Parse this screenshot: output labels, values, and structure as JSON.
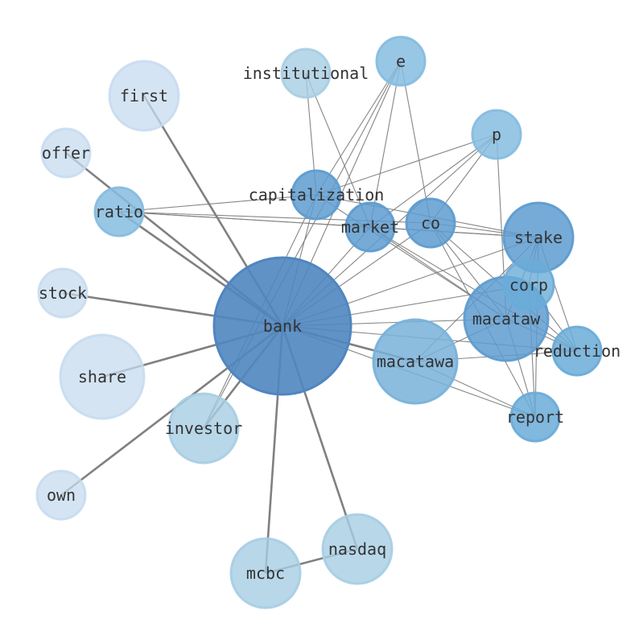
{
  "nodes": [
    {
      "id": "bank",
      "label": "bank",
      "color": "#4f86c0",
      "opacity": 0.9,
      "size": 5
    },
    {
      "id": "macatawa",
      "label": "macatawa",
      "color": "#78b2d9",
      "opacity": 0.85,
      "size": 4
    },
    {
      "id": "macataw",
      "label": "macataw",
      "color": "#5e9cd0",
      "opacity": 0.85,
      "size": 4
    },
    {
      "id": "share",
      "label": "share",
      "color": "#c6dbef",
      "opacity": 0.75,
      "size": 4
    },
    {
      "id": "mcbc",
      "label": "mcbc",
      "color": "#a6cde3",
      "opacity": 0.8,
      "size": 3
    },
    {
      "id": "nasdaq",
      "label": "nasdaq",
      "color": "#a6cde3",
      "opacity": 0.8,
      "size": 3
    },
    {
      "id": "investor",
      "label": "investor",
      "color": "#a6cde3",
      "opacity": 0.8,
      "size": 3
    },
    {
      "id": "first",
      "label": "first",
      "color": "#c6dbef",
      "opacity": 0.75,
      "size": 3
    },
    {
      "id": "stake",
      "label": "stake",
      "color": "#5e9cd0",
      "opacity": 0.85,
      "size": 3
    },
    {
      "id": "corp",
      "label": "corp",
      "color": "#6aacd8",
      "opacity": 0.8,
      "size": 2
    },
    {
      "id": "institutional",
      "label": "institutional",
      "color": "#a6cde3",
      "opacity": 0.8,
      "size": 2
    },
    {
      "id": "e",
      "label": "e",
      "color": "#86bde0",
      "opacity": 0.85,
      "size": 2
    },
    {
      "id": "p",
      "label": "p",
      "color": "#86bde0",
      "opacity": 0.85,
      "size": 2
    },
    {
      "id": "capitalization",
      "label": "capitalization",
      "color": "#5e9cd0",
      "opacity": 0.85,
      "size": 2
    },
    {
      "id": "market",
      "label": "market",
      "color": "#5e9cd0",
      "opacity": 0.85,
      "size": 2
    },
    {
      "id": "co",
      "label": "co",
      "color": "#5e9cd0",
      "opacity": 0.85,
      "size": 2
    },
    {
      "id": "ratio",
      "label": "ratio",
      "color": "#86bde0",
      "opacity": 0.85,
      "size": 2
    },
    {
      "id": "reduction",
      "label": "reduction",
      "color": "#6aacd8",
      "opacity": 0.85,
      "size": 2
    },
    {
      "id": "report",
      "label": "report",
      "color": "#6aacd8",
      "opacity": 0.85,
      "size": 2
    },
    {
      "id": "offer",
      "label": "offer",
      "color": "#c6dbef",
      "opacity": 0.75,
      "size": 2
    },
    {
      "id": "stock",
      "label": "stock",
      "color": "#c6dbef",
      "opacity": 0.75,
      "size": 2
    },
    {
      "id": "own",
      "label": "own",
      "color": "#c6dbef",
      "opacity": 0.75,
      "size": 2
    }
  ],
  "edges": [
    {
      "source": "bank",
      "target": "first",
      "weight": "strong"
    },
    {
      "source": "bank",
      "target": "offer",
      "weight": "strong"
    },
    {
      "source": "bank",
      "target": "ratio",
      "weight": "strong"
    },
    {
      "source": "bank",
      "target": "stock",
      "weight": "strong"
    },
    {
      "source": "bank",
      "target": "share",
      "weight": "strong"
    },
    {
      "source": "bank",
      "target": "investor",
      "weight": "strong"
    },
    {
      "source": "bank",
      "target": "own",
      "weight": "strong"
    },
    {
      "source": "bank",
      "target": "mcbc",
      "weight": "strong"
    },
    {
      "source": "bank",
      "target": "nasdaq",
      "weight": "strong"
    },
    {
      "source": "bank",
      "target": "macatawa",
      "weight": "strong"
    },
    {
      "source": "mcbc",
      "target": "nasdaq",
      "weight": "strong"
    },
    {
      "source": "bank",
      "target": "capitalization",
      "weight": "thin"
    },
    {
      "source": "bank",
      "target": "market",
      "weight": "thin"
    },
    {
      "source": "bank",
      "target": "co",
      "weight": "thin"
    },
    {
      "source": "bank",
      "target": "e",
      "weight": "thin"
    },
    {
      "source": "bank",
      "target": "p",
      "weight": "thin"
    },
    {
      "source": "bank",
      "target": "stake",
      "weight": "thin"
    },
    {
      "source": "bank",
      "target": "corp",
      "weight": "thin"
    },
    {
      "source": "bank",
      "target": "macataw",
      "weight": "thin"
    },
    {
      "source": "bank",
      "target": "reduction",
      "weight": "thin"
    },
    {
      "source": "bank",
      "target": "report",
      "weight": "thin"
    },
    {
      "source": "investor",
      "target": "e",
      "weight": "thin"
    },
    {
      "source": "investor",
      "target": "capitalization",
      "weight": "thin"
    },
    {
      "source": "ratio",
      "target": "capitalization",
      "weight": "thin"
    },
    {
      "source": "ratio",
      "target": "market",
      "weight": "thin"
    },
    {
      "source": "ratio",
      "target": "co",
      "weight": "thin"
    },
    {
      "source": "ratio",
      "target": "stake",
      "weight": "thin"
    },
    {
      "source": "institutional",
      "target": "capitalization",
      "weight": "thin"
    },
    {
      "source": "institutional",
      "target": "market",
      "weight": "thin"
    },
    {
      "source": "e",
      "target": "market",
      "weight": "thin"
    },
    {
      "source": "e",
      "target": "co",
      "weight": "thin"
    },
    {
      "source": "e",
      "target": "capitalization",
      "weight": "thin"
    },
    {
      "source": "p",
      "target": "capitalization",
      "weight": "thin"
    },
    {
      "source": "p",
      "target": "market",
      "weight": "thin"
    },
    {
      "source": "p",
      "target": "co",
      "weight": "thin"
    },
    {
      "source": "p",
      "target": "macataw",
      "weight": "thin"
    },
    {
      "source": "capitalization",
      "target": "macataw",
      "weight": "thin"
    },
    {
      "source": "capitalization",
      "target": "stake",
      "weight": "thin"
    },
    {
      "source": "market",
      "target": "macataw",
      "weight": "thin"
    },
    {
      "source": "market",
      "target": "reduction",
      "weight": "thin"
    },
    {
      "source": "market",
      "target": "stake",
      "weight": "thin"
    },
    {
      "source": "co",
      "target": "stake",
      "weight": "thin"
    },
    {
      "source": "co",
      "target": "macataw",
      "weight": "thin"
    },
    {
      "source": "co",
      "target": "reduction",
      "weight": "thin"
    },
    {
      "source": "co",
      "target": "report",
      "weight": "thin"
    },
    {
      "source": "stake",
      "target": "corp",
      "weight": "thin"
    },
    {
      "source": "stake",
      "target": "macataw",
      "weight": "thin"
    },
    {
      "source": "stake",
      "target": "reduction",
      "weight": "thin"
    },
    {
      "source": "stake",
      "target": "report",
      "weight": "thin"
    },
    {
      "source": "stake",
      "target": "macatawa",
      "weight": "thin"
    },
    {
      "source": "corp",
      "target": "reduction",
      "weight": "thin"
    },
    {
      "source": "corp",
      "target": "report",
      "weight": "thin"
    },
    {
      "source": "macataw",
      "target": "reduction",
      "weight": "thin"
    },
    {
      "source": "macataw",
      "target": "report",
      "weight": "thin"
    },
    {
      "source": "macatawa",
      "target": "report",
      "weight": "thin"
    },
    {
      "source": "macatawa",
      "target": "reduction",
      "weight": "thin"
    },
    {
      "source": "macatawa",
      "target": "macataw",
      "weight": "thin"
    }
  ]
}
